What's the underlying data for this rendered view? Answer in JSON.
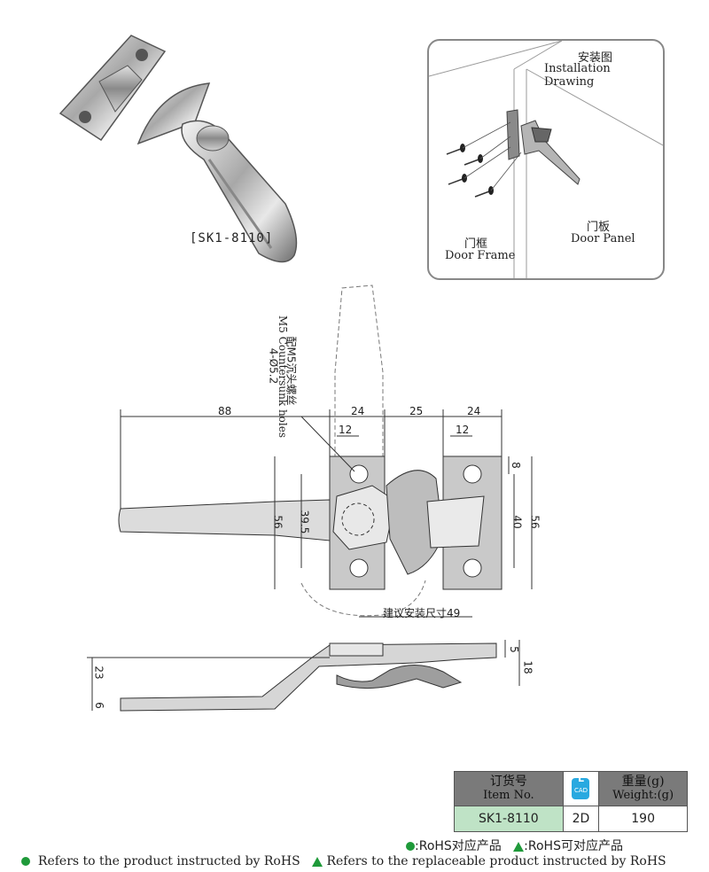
{
  "product_label": "[SK1-8110]",
  "install": {
    "title_zh": "安装图",
    "title_en": "Installation Drawing",
    "door_frame_zh": "门框",
    "door_frame_en": "Door Frame",
    "door_panel_zh": "门板",
    "door_panel_en": "Door Panel"
  },
  "dimensions": {
    "d88": "88",
    "d24a": "24",
    "d25": "25",
    "d24b": "24",
    "d12a": "12",
    "d12b": "12",
    "d8": "8",
    "d40": "40",
    "d56a": "56",
    "d56b": "56",
    "d39_5": "39.5",
    "d23": "23",
    "d6": "6",
    "d5": "5",
    "d18": "18",
    "recommend_zh": "建议安装尺寸49",
    "holes_1": "4-Ø5.2",
    "holes_2": "配M5沉头螺丝",
    "holes_3": "M5 Countersunk holes"
  },
  "table": {
    "item_zh": "订货号",
    "item_en": "Item No.",
    "cad_label": "CAD",
    "weight_zh": "重量(g)",
    "weight_en": "Weight:(g)",
    "item_value": "SK1-8110",
    "cad_value": "2D",
    "weight_value": "190"
  },
  "notes": {
    "rohs_zh": ":RoHS对应产品",
    "rohs_replace_zh": ":RoHS可对应产品",
    "rohs_en": "Refers to the product instructed by RoHS",
    "rohs_replace_en": "Refers to the replaceable product instructed by RoHS"
  },
  "colors": {
    "rohs_green": "#1f9a3a",
    "item_bg": "#bfe3c6",
    "header_bg": "#7a7a7a"
  },
  "icons": [
    "cad-icon",
    "rohs-dot-icon",
    "rohs-triangle-icon"
  ]
}
